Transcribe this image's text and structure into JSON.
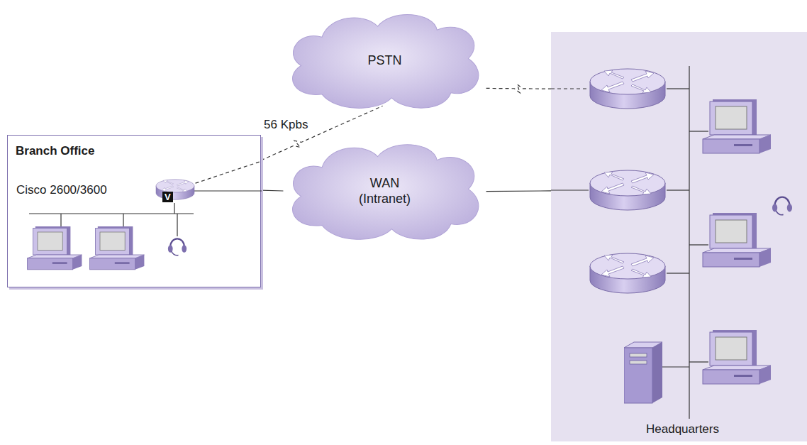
{
  "diagram": {
    "nodes": [
      {
        "text": [
          "Branch Office"
        ]
      },
      {
        "text": [
          "PSTN"
        ]
      },
      {
        "text": [
          "WAN (Intranet)"
        ]
      },
      {
        "text": [
          "Headquarters"
        ]
      }
    ],
    "edges": [
      {
        "from": 0,
        "to": 1,
        "label": "56 Kpbs",
        "arrow": "none"
      },
      {
        "from": 1,
        "to": 3,
        "arrow": "none"
      },
      {
        "from": 0,
        "to": 2,
        "arrow": "none"
      },
      {
        "from": 2,
        "to": 3,
        "arrow": "none"
      }
    ],
    "labels": [
      "Cisco 2600/3600",
      "V"
    ]
  }
}
